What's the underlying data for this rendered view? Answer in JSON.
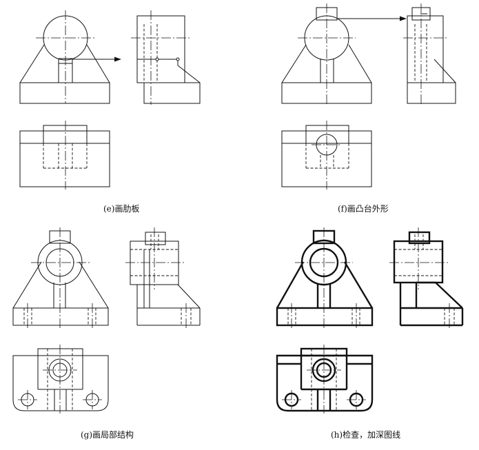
{
  "captions": {
    "e": "(e)画肋板",
    "f": "(f)画凸台外形",
    "g": "(g)画局部结构",
    "h": "(h)检查，加深图线"
  }
}
